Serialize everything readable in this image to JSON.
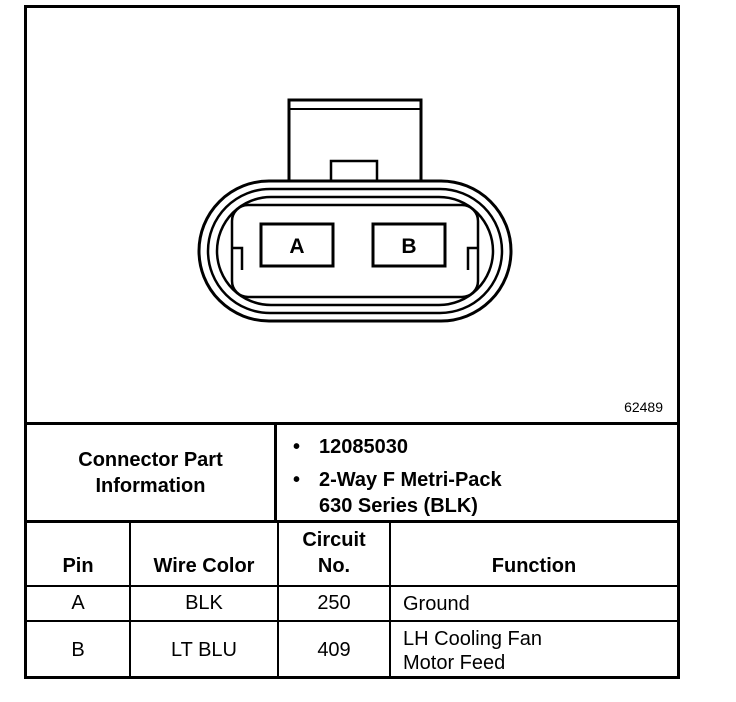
{
  "figure_id": "62489",
  "connector": {
    "pin_labels": [
      "A",
      "B"
    ]
  },
  "part_info": {
    "label_line1": "Connector Part",
    "label_line2": "Information",
    "bullet_glyph": "•",
    "part_number": "12085030",
    "description_line1": "2-Way F Metri-Pack",
    "description_line2": "630 Series (BLK)"
  },
  "table": {
    "headers": {
      "pin": "Pin",
      "wire_color": "Wire Color",
      "circuit_line1": "Circuit",
      "circuit_line2": "No.",
      "function": "Function"
    },
    "rows": [
      {
        "pin": "A",
        "wire_color": "BLK",
        "circuit": "250",
        "function_line1": "Ground",
        "function_line2": ""
      },
      {
        "pin": "B",
        "wire_color": "LT BLU",
        "circuit": "409",
        "function_line1": "LH Cooling Fan",
        "function_line2": "Motor Feed"
      }
    ]
  }
}
